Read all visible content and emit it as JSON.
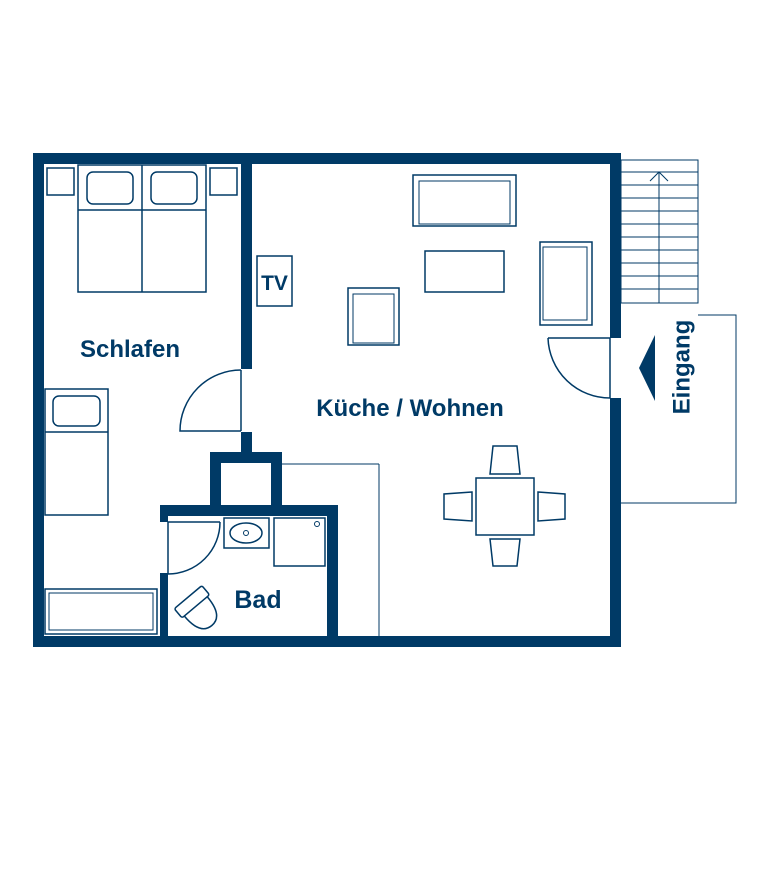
{
  "rooms": {
    "schlafen": "Schlafen",
    "kueche_wohnen": "Küche / Wohnen",
    "bad": "Bad"
  },
  "fixtures": {
    "tv": "TV",
    "entrance": "Eingang"
  },
  "colors": {
    "wall": "#003a66",
    "background": "#ffffff"
  }
}
